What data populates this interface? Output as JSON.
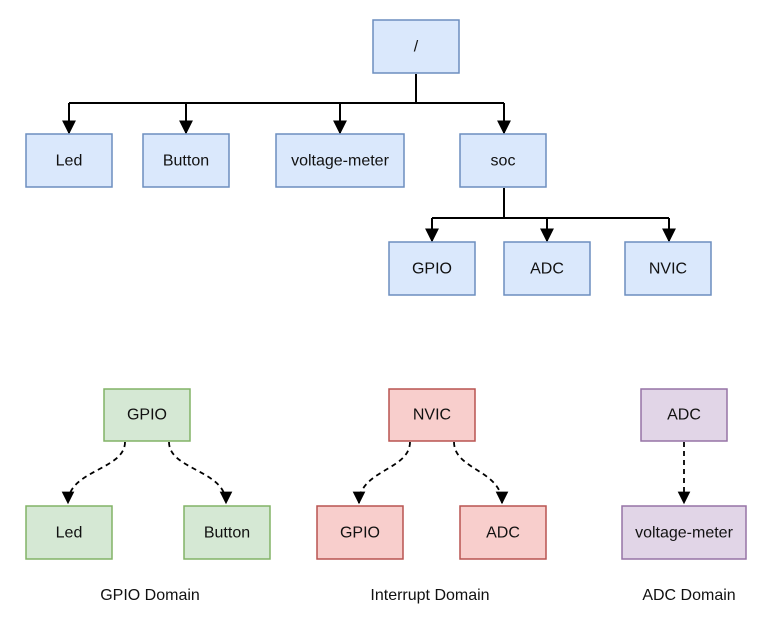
{
  "tree": {
    "root": "/",
    "children": [
      "Led",
      "Button",
      "voltage-meter",
      "soc"
    ],
    "soc_children": [
      "GPIO",
      "ADC",
      "NVIC"
    ]
  },
  "domains": [
    {
      "caption": "GPIO Domain",
      "parent": "GPIO",
      "children": [
        "Led",
        "Button"
      ],
      "theme": "green"
    },
    {
      "caption": "Interrupt Domain",
      "parent": "NVIC",
      "children": [
        "GPIO",
        "ADC"
      ],
      "theme": "red"
    },
    {
      "caption": "ADC Domain",
      "parent": "ADC",
      "children": [
        "voltage-meter"
      ],
      "theme": "purple"
    }
  ],
  "colors": {
    "blue_fill": "#dae8fc",
    "blue_stroke": "#6c8ebf",
    "green_fill": "#d5e8d4",
    "green_stroke": "#82b366",
    "red_fill": "#f8cecc",
    "red_stroke": "#b85450",
    "purple_fill": "#e1d5e7",
    "purple_stroke": "#9673a6",
    "edge": "#000000"
  }
}
